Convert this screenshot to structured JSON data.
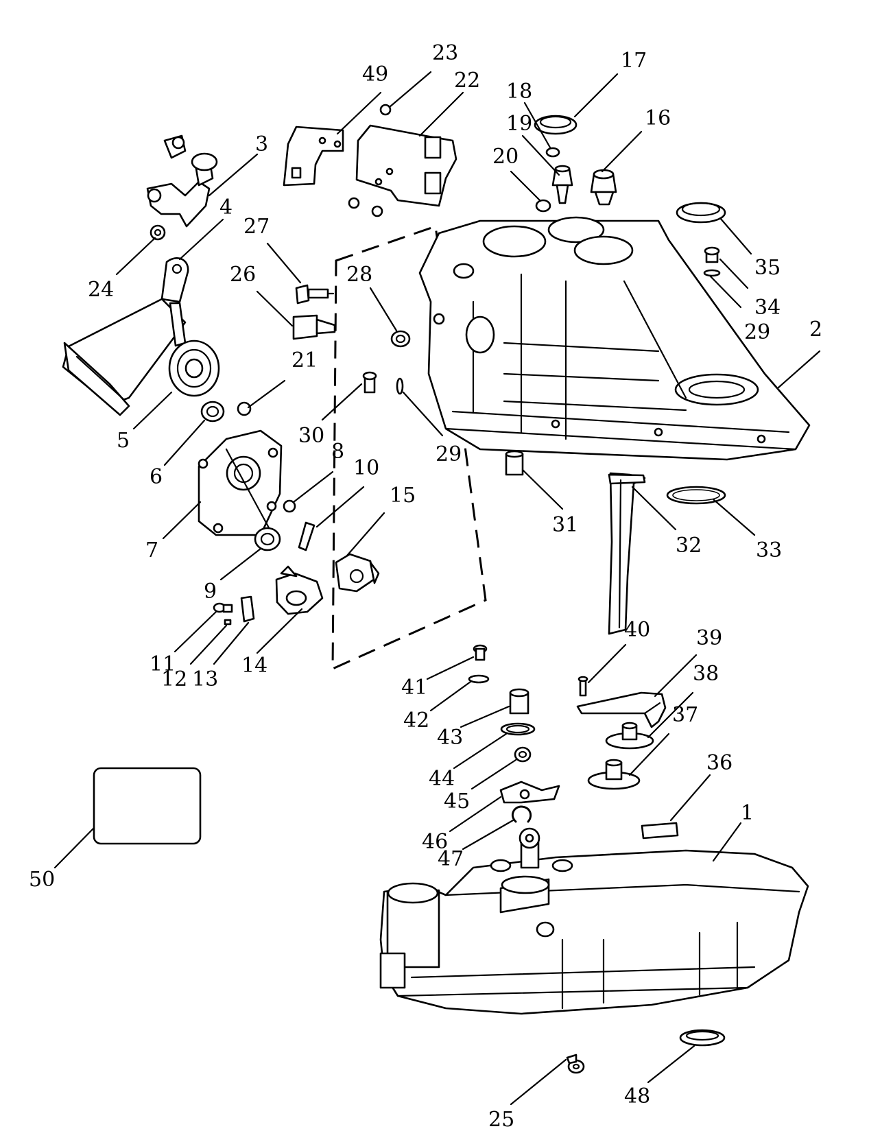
{
  "figure": {
    "type": "exploded-parts-diagram",
    "background": "#ffffff",
    "line_color": "#000000",
    "callouts": [
      "1",
      "2",
      "3",
      "4",
      "5",
      "6",
      "7",
      "8",
      "9",
      "10",
      "11",
      "12",
      "13",
      "14",
      "15",
      "16",
      "17",
      "18",
      "19",
      "20",
      "21",
      "22",
      "23",
      "24",
      "25",
      "26",
      "27",
      "28",
      "29",
      "29",
      "30",
      "31",
      "32",
      "33",
      "34",
      "35",
      "36",
      "37",
      "38",
      "39",
      "40",
      "41",
      "42",
      "43",
      "44",
      "45",
      "46",
      "47",
      "48",
      "49",
      "50"
    ]
  }
}
